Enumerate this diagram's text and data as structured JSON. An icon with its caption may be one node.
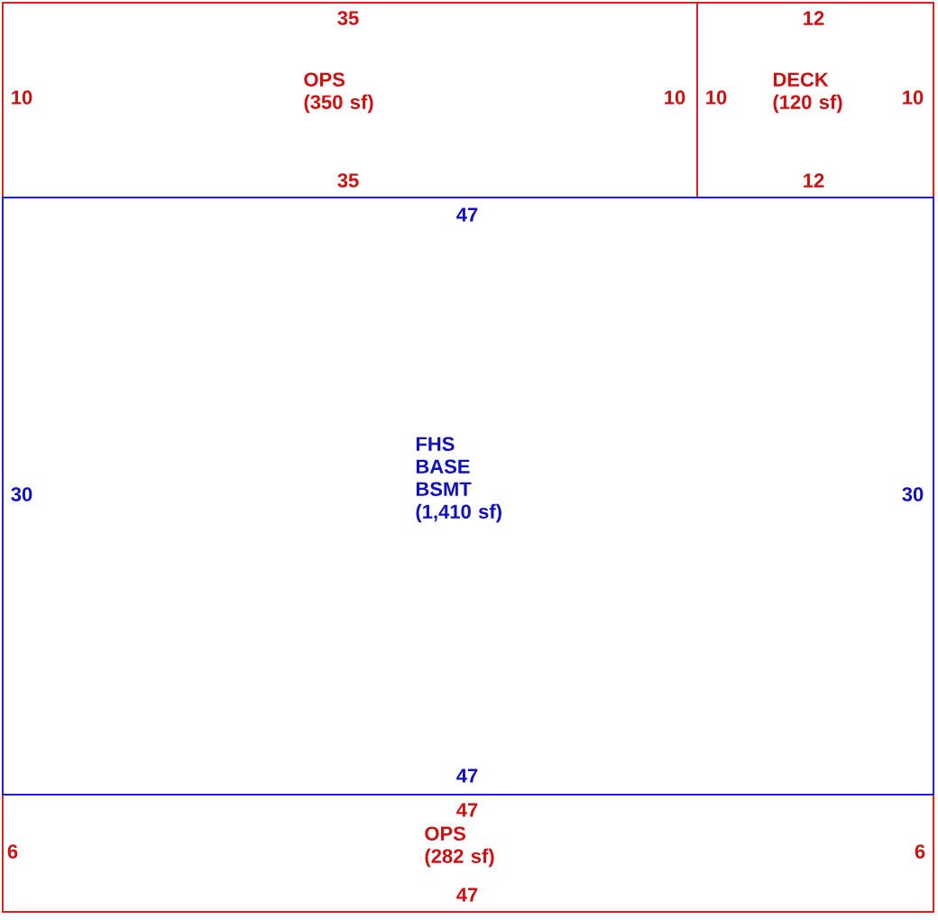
{
  "diagram": {
    "nodes": [
      {
        "text": [
          "35",
          "10",
          "OPS (350 sf)",
          "10",
          "35"
        ]
      },
      {
        "text": [
          "12",
          "10",
          "DECK (120 sf)",
          "10",
          "12"
        ]
      },
      {
        "text": [
          "47",
          "30",
          "FHS BASE BSMT (1,410 sf)",
          "30",
          "47"
        ]
      },
      {
        "text": [
          "47",
          "6",
          "OPS (282 sf)",
          "6",
          "47"
        ]
      }
    ]
  }
}
